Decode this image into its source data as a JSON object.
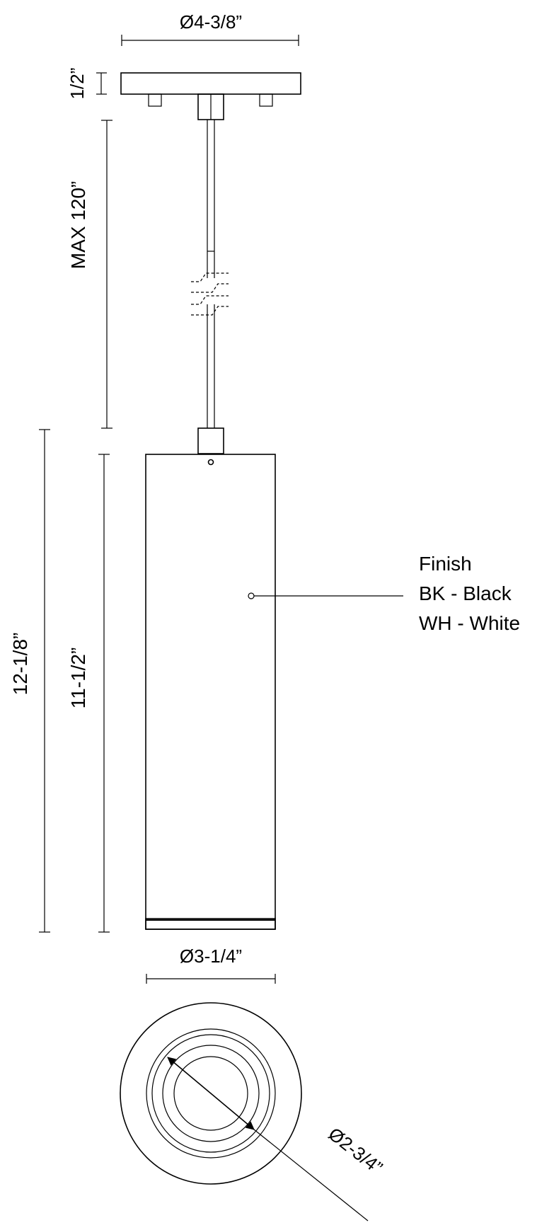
{
  "dimensions": {
    "canopy_diameter": "Ø4-3/8”",
    "canopy_height": "1/2”",
    "max_length": "MAX 120”",
    "overall_height": "12-1/8”",
    "body_height": "11-1/2”",
    "body_diameter": "Ø3-1/4”",
    "aperture_diameter": "Ø2-3/4”"
  },
  "finish": {
    "title": "Finish",
    "options": [
      "BK - Black",
      "WH - White"
    ]
  },
  "colors": {
    "line": "#000000",
    "background": "#ffffff"
  }
}
